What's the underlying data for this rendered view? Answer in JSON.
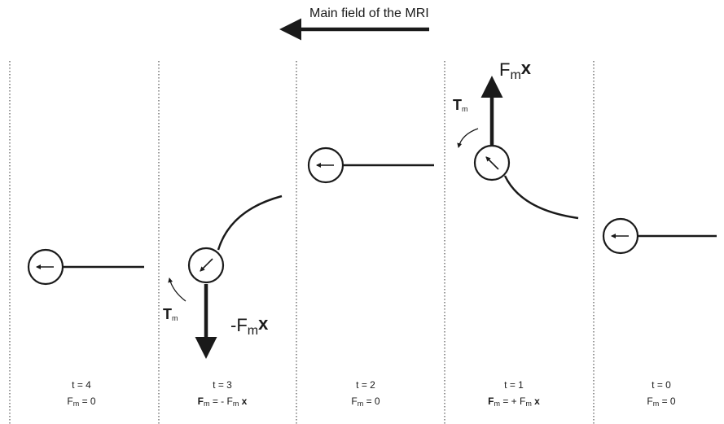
{
  "title": "Main field of the MRI",
  "colors": {
    "ink": "#1a1a1a",
    "dotted": "#555555",
    "background": "#ffffff"
  },
  "panels": [
    {
      "t_label": "t = 4",
      "f_prefix": "F",
      "f_sub": "m",
      "f_suffix": " = 0",
      "f_bold": false
    },
    {
      "t_label": "t = 3",
      "f_prefix": "F",
      "f_sub": "m",
      "f_suffix": " = - F",
      "f_sub2": "m",
      "f_x": " x",
      "f_bold": true
    },
    {
      "t_label": "t = 2",
      "f_prefix": "F",
      "f_sub": "m",
      "f_suffix": " = 0",
      "f_bold": false
    },
    {
      "t_label": "t = 1",
      "f_prefix": "F",
      "f_sub": "m",
      "f_suffix": " = + F",
      "f_sub2": "m",
      "f_x": " x",
      "f_bold": true
    },
    {
      "t_label": "t = 0",
      "f_prefix": "F",
      "f_sub": "m",
      "f_suffix": " = 0",
      "f_bold": false
    }
  ],
  "annotations": {
    "torque_symbol": "T",
    "torque_sub": "m",
    "force_neg_prefix": "-F",
    "force_sub": "m",
    "force_x": "x",
    "force_pos_prefix": "F"
  },
  "icons": [
    "left-arrow-icon",
    "dipole-left-icon",
    "dipole-diagonal-icon",
    "curved-rotation-arrow-icon"
  ]
}
